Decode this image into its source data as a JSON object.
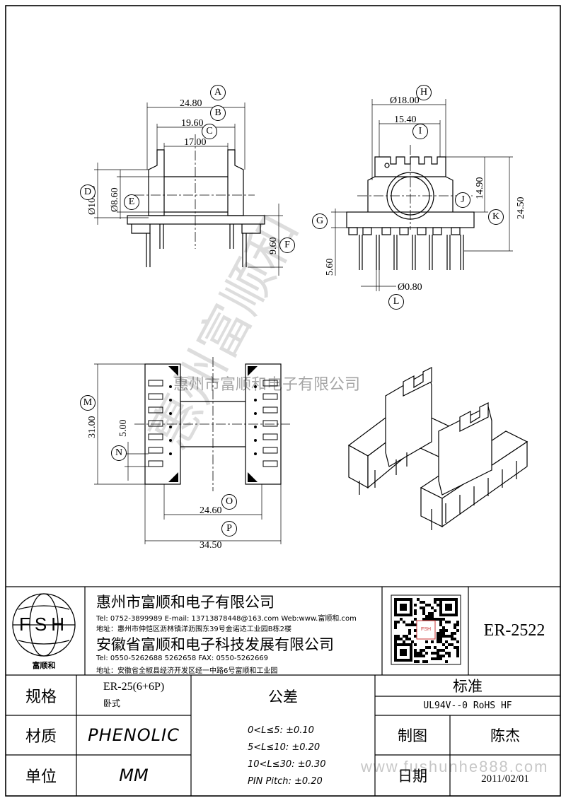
{
  "watermark": {
    "side_text": "惠州富顺和",
    "center_text": "惠州市富顺和电子有限公司",
    "bottom_text": "www.fushunhe888.com"
  },
  "dimensions": {
    "A": "24.80",
    "B": "19.60",
    "C": "17.00",
    "D": "Ø10.80",
    "E": "Ø8.60",
    "F": "9.60",
    "H": "Ø18.00",
    "I": "15.40",
    "J": "14.90",
    "K": "24.50",
    "G": "5.60",
    "L": "Ø0.80",
    "M": "31.00",
    "N": "5.00",
    "O": "24.60",
    "P": "34.50"
  },
  "labels": [
    "A",
    "B",
    "C",
    "D",
    "E",
    "F",
    "G",
    "H",
    "I",
    "J",
    "K",
    "L",
    "M",
    "N",
    "O",
    "P"
  ],
  "company": {
    "logo_text": "FSH",
    "logo_caption": "富顺和",
    "name_1": "惠州市富顺和电子有限公司",
    "contact_1": "Tel:   0752-3899989   E-mail: 13713878448@163.com   Web:www.富顺和.com",
    "address_1": "地址：惠州市仲恺区沥林镇洋沥围东39号金诺达工业园B栋2楼",
    "name_2": "安徽省富顺和电子科技发展有限公司",
    "contact_2": "Tel:   0550-5262688   5262658        FAX:  0550-5262669",
    "address_2": "地址：安徽省全椒县经济开发区经一中路6号富顺和工业园"
  },
  "part_number": "ER-2522",
  "table": {
    "spec_label": "规格",
    "spec_value": "ER-25(6+6P)",
    "spec_sub": "卧式",
    "tolerance_label": "公差",
    "standard_label": "标准",
    "standard_value": "UL94V--0  RoHS HF",
    "material_label": "材质",
    "material_value": "PHENOLIC",
    "unit_label": "单位",
    "unit_value": "MM",
    "tolerances": [
      "0<L≤5: ±0.10",
      "5<L≤10: ±0.20",
      "10<L≤30: ±0.30",
      "PIN Pitch: ±0.20"
    ],
    "drawn_label": "制图",
    "drawn_value": "陈杰",
    "date_label": "日期",
    "date_value": "2011/02/01"
  }
}
